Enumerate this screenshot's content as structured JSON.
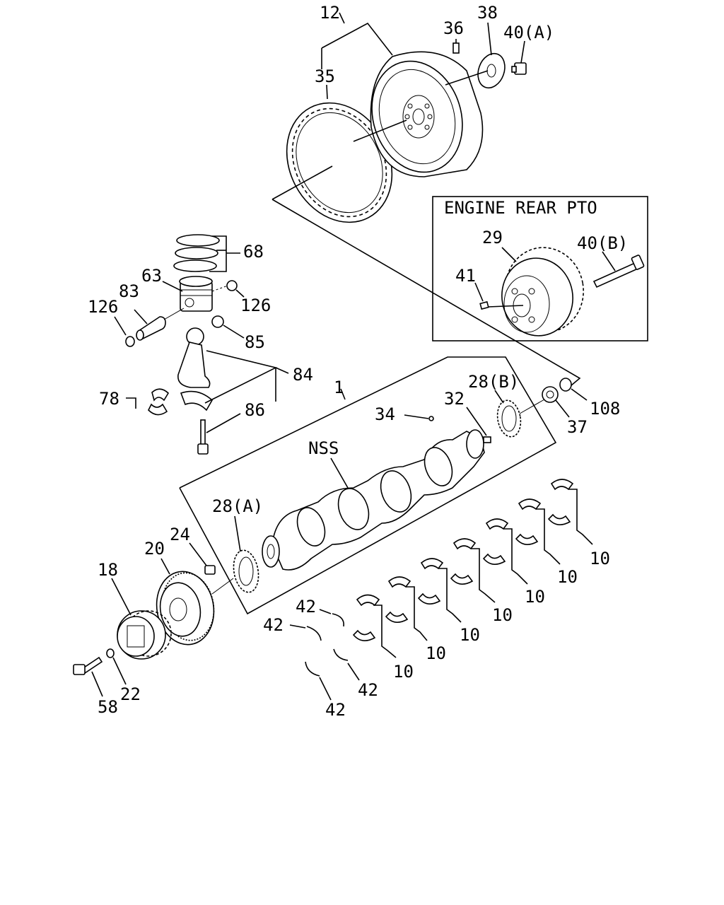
{
  "diagram": {
    "inset_title": "ENGINE REAR PTO",
    "callouts": {
      "c12": "12",
      "c35": "35",
      "c36": "36",
      "c38": "38",
      "c40a": "40(A)",
      "c68": "68",
      "c63": "63",
      "c83": "83",
      "c126a": "126",
      "c126b": "126",
      "c85": "85",
      "c84": "84",
      "c78": "78",
      "c86": "86",
      "c29": "29",
      "c40b": "40(B)",
      "c41": "41",
      "c1": "1",
      "c28b": "28(B)",
      "c32": "32",
      "c34": "34",
      "cNSS": "NSS",
      "c37": "37",
      "c108": "108",
      "c28a": "28(A)",
      "c24": "24",
      "c20": "20",
      "c18": "18",
      "c58": "58",
      "c22": "22",
      "c42a": "42",
      "c42b": "42",
      "c42c": "42",
      "c42d": "42",
      "c10a": "10",
      "c10b": "10",
      "c10c": "10",
      "c10d": "10",
      "c10e": "10",
      "c10f": "10",
      "c10g": "10"
    }
  }
}
